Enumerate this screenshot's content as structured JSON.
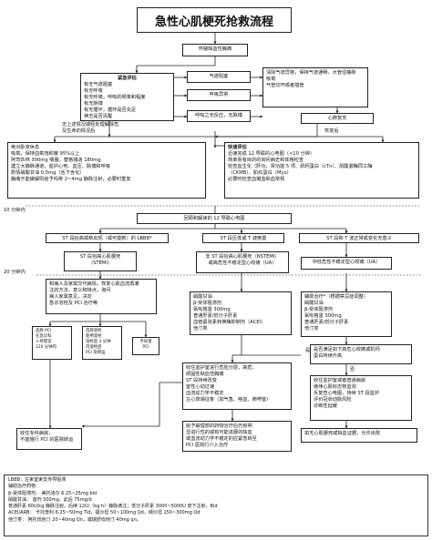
{
  "title": "急性心肌梗死抢救流程",
  "suspect": "怀疑缺血性胸痛",
  "emergency": {
    "heading": "紧急评估",
    "lines": [
      "有无气道阻塞",
      "有无呼吸",
      "有无呼吸，呼吸的频率和程度",
      "有无脉搏",
      "有无循环，循环是否充足",
      "神志是否清醒"
    ]
  },
  "airway_block": "气道阻塞",
  "breath_abnormal": "呼吸异常",
  "no_breath": "呼吸之无反应，无脉搏",
  "airway_treat": [
    "清除气道异物，保持气道通畅，大管径静脉",
    "吸氧",
    "气管切开或者插管"
  ],
  "cpr": "心肺复苏",
  "recover": "恢复后",
  "no_threat": [
    "无上述情况或经处理解除危",
    "及生命的情况后"
  ],
  "general": {
    "lines": [
      "绝对卧床休息",
      "吸氧，保持血氧饱和度 95%以上",
      "阿司匹林 300mg 嚼服，替格瑞洛 180mg",
      "建立大静脉通道，监护心电、血压、脉搏和呼吸",
      "酌情硝酸甘油 0.5mg（舌下含化）",
      "    胸痛不能缓解则给予吗啡 2~4mg 静脉注射，必要时重复"
    ]
  },
  "rapid": {
    "heading": "快速评估",
    "lines": [
      "迅速完成 12 导联的心电图（<10 分钟）",
      "简单而有目的的询问病史和体格检查",
      "检查血生化（肝功、肾功能 5 项、肌钙蛋白（cTn）、肌酸激酶同工酶",
      "（CKMB）、肌红蛋白（Myo）",
      "必要时检查血凝血和血常规"
    ]
  },
  "ten_min": "10 分钟内",
  "interpret": "回顾和解读的 12 导联心电图",
  "st_up": "ST 段抬高或新出现（或可能新）的 LBBB*",
  "st_down": "ST 段压低或 T 波倒置",
  "st_norm": "ST 段和 T 波正常或变化无意义",
  "stemi": [
    "ST 段抬高心肌梗死",
    "（STEMI）"
  ],
  "nstemi": [
    "非 ST 段抬高心肌梗死（NSTEMI）",
    "或高危性不稳定型心绞痛（UA）"
  ],
  "ua": "中低危性不稳定型心绞痛（UA）",
  "twenty_min": "20 分钟内",
  "pci_decide": [
    "和病人及家属交代病情，恢复心肌血流再灌",
    "注的方法，意义和特点，询问",
    "病人家属意见，决定",
    "急诊溶栓及 PCI 治疗等"
  ],
  "sel_pci": [
    "选择 PCI",
    "在急诊科",
    "入导管室",
    "120 分钟内"
  ],
  "sel_lysis": [
    "选择溶栓",
    "使用溶栓",
    "溶栓后 3 分钟",
    "内溶栓后",
    "PCI 及转运"
  ],
  "no_lysis": [
    "不同意",
    "PCI"
  ],
  "nst_drugs": [
    "硝酸甘油",
    "β-受体阻滞剂",
    "氯吡格雷 300mg",
    "普通肝素/低分子肝素",
    "血管紧张素转换酶抑制剂（ACEI）",
    "他汀类"
  ],
  "ua_drugs": [
    "辅助治疗*（根据禁忌症调整）",
    "硝酸甘油",
    "β-受体阻滞剂",
    "氯吡格雷 300mg",
    "普通肝素/低分子肝素",
    "他汀类"
  ],
  "yes": "是",
  "no": "否",
  "consider_high": [
    "是否满足如下高危心绞痛或机钙",
    "蛋白持续升高"
  ],
  "risk": [
    "收住监护室进行危险分层，高危：",
    "顽固性缺血性胸痛",
    "ST 段持续改变",
    "室性心动过速",
    "血流动力学不稳定",
    "左心衰竭征象（如气急、咯血、肺啰音）"
  ],
  "ward": [
    "收住监护室或者普通病房",
    "继续心肌标志物监测",
    "反复查心电图，持续 ST 段监护",
    "评价冠状动脉风险",
    "诊断性延缓"
  ],
  "transfer_pci": [
    "收住专科病房，",
    "不能施行 PCI 的医院转运"
  ],
  "early_pci": [
    "给予最理想的药物治疗后仍有明",
    "显进行性的或有可能进展的缺血",
    "或血流动力学不稳定的应紧急转至",
    "PCI 医院行介入治疗"
  ],
  "no_evidence": [
    "如无心肌梗死或缺血证据，允许出院"
  ],
  "footnote": {
    "l1": "LBBB：左束室束支传导阻滞",
    "l2": "辅助治疗药物：",
    "l3": "β-受体阻滞剂：  美托洛尔 6.25~25mg bid",
    "l4": "硝酸甘油：  首剂 300mg，此后 75mg/d",
    "l5": "普通肝素 60U/kg 静脉注射，后续 12U/（kg·h）静脉滴注；低分子肝素 3000~5000U 皮下注射，Bid",
    "l6": "ACEI/ARB：  卡托普利 6.25~50mg Tid，福沙坦 50~100mg Qd，缬沙坦 150~300mg Qd",
    "l7": "他汀类：   阿托伐他汀 20~40mg Qn，或瑞舒伐他汀 40mg qn。"
  }
}
